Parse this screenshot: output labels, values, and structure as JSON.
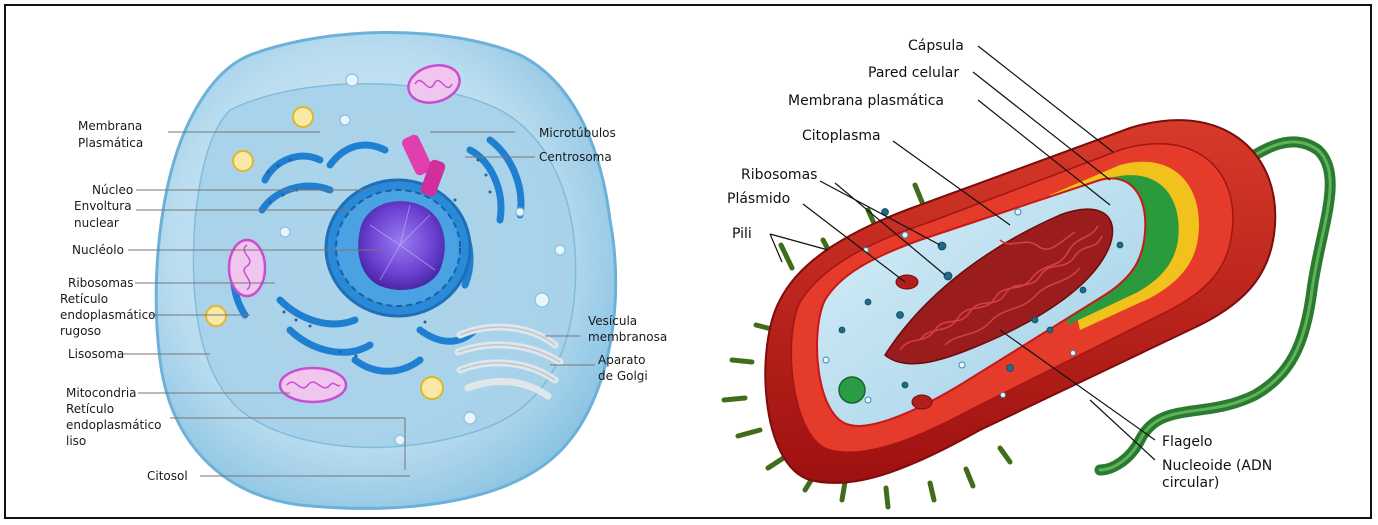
{
  "colors": {
    "animal_cell_body": "#b9dcef",
    "animal_cell_edge": "#6cb1d9",
    "nucleus": "#6a3fd0",
    "organelle_blue": "#1f7fd0",
    "mitochondria": "#d36ad8",
    "centrosome": "#e23fae",
    "bacterium_outer": "#c81818",
    "wall": "#e53b2a",
    "yellow_layer": "#f2c21c",
    "green_layer": "#2a9a3d",
    "cytoplasm": "#bfe3f2",
    "flagellum": "#2a7a30"
  },
  "animal_cell": {
    "labels": {
      "membrana": "Membrana",
      "plasmatica": "Plasmática",
      "microtubulos": "Microtúbulos",
      "centrosoma": "Centrosoma",
      "nucleo": "Núcleo",
      "envoltura": "Envoltura",
      "nuclear": "nuclear",
      "nucleolo": "Nucléolo",
      "ribosomas": "Ribosomas",
      "reticulo_rugoso_1": "Retículo",
      "reticulo_rugoso_2": "endoplasmático",
      "reticulo_rugoso_3": "rugoso",
      "lisosoma": "Lisosoma",
      "vesicula_1": "Vesícula",
      "vesicula_2": "membranosa",
      "aparato_1": "Aparato",
      "aparato_2": "de Golgi",
      "mitocondria": "Mitocondria",
      "reticulo_liso_1": "Retículo",
      "reticulo_liso_2": "endoplasmático",
      "reticulo_liso_3": "liso",
      "citosol": "Citosol"
    }
  },
  "bacterial_cell": {
    "labels": {
      "capsula": "Cápsula",
      "pared": "Pared celular",
      "membrana": "Membrana plasmática",
      "citoplasma": "Citoplasma",
      "ribosomas": "Ribosomas",
      "plasmido": "Plásmido",
      "pili": "Pili",
      "flagelo": "Flagelo",
      "nucleoide_1": "Nucleoide (ADN",
      "nucleoide_2": "circular)"
    }
  }
}
